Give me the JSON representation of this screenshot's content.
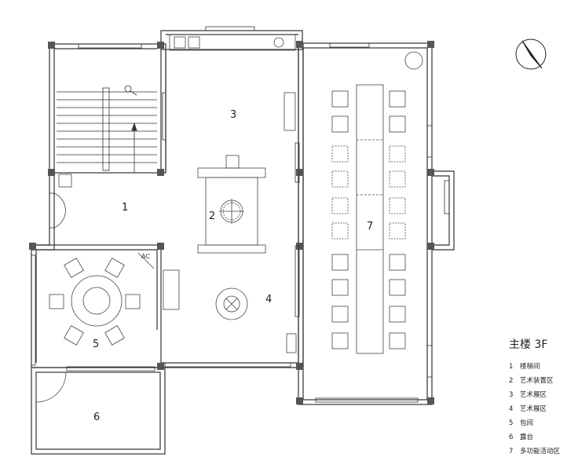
{
  "plan": {
    "title": "主楼 3F",
    "ac_label": "AC",
    "rooms": [
      {
        "number": "1",
        "name": "楼梯间"
      },
      {
        "number": "2",
        "name": "艺术装置区"
      },
      {
        "number": "3",
        "name": "艺术展区"
      },
      {
        "number": "4",
        "name": "艺术展区"
      },
      {
        "number": "5",
        "name": "包间"
      },
      {
        "number": "6",
        "name": "露台"
      },
      {
        "number": "7",
        "name": "多功能活动区"
      }
    ]
  },
  "icons": {
    "north_arrow": "north-arrow-icon"
  },
  "colors": {
    "line": "#333333",
    "column": "#555555",
    "furniture": "#444444"
  }
}
